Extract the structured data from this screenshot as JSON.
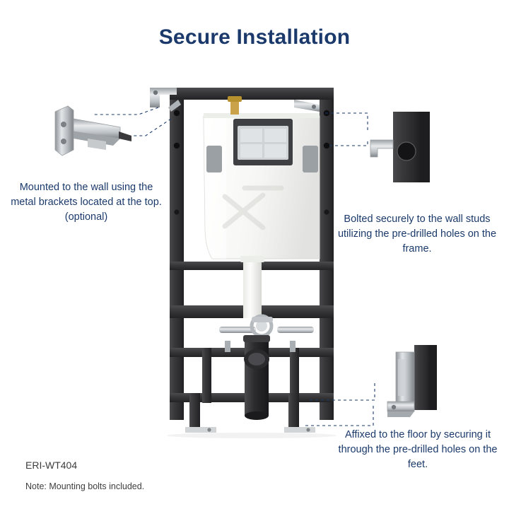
{
  "page": {
    "title": "Secure Installation",
    "title_color": "#1b3a6b",
    "background": "#ffffff",
    "accent_color": "#1b3a6b"
  },
  "callouts": [
    {
      "id": "top-left",
      "text": "Mounted to the wall using the metal brackets located at the top.(optional)",
      "detail_icon": "wall-bracket-detail"
    },
    {
      "id": "right",
      "text": "Bolted securely to the wall studs utilizing the pre-drilled holes on the frame.",
      "detail_icon": "frame-hole-detail"
    },
    {
      "id": "bottom-right",
      "text": "Affixed to the floor by securing it through the pre-drilled holes on the feet.",
      "detail_icon": "foot-plate-detail"
    }
  ],
  "footer": {
    "sku": "ERI-WT404",
    "note": "Note: Mounting bolts included."
  },
  "product": {
    "name": "in-wall toilet carrier frame with concealed tank",
    "frame_color": "#3a3a3c",
    "tank_color": "#f4f4f2",
    "metal_color": "#b8bcc0",
    "pipe_color": "#2e2e30"
  }
}
